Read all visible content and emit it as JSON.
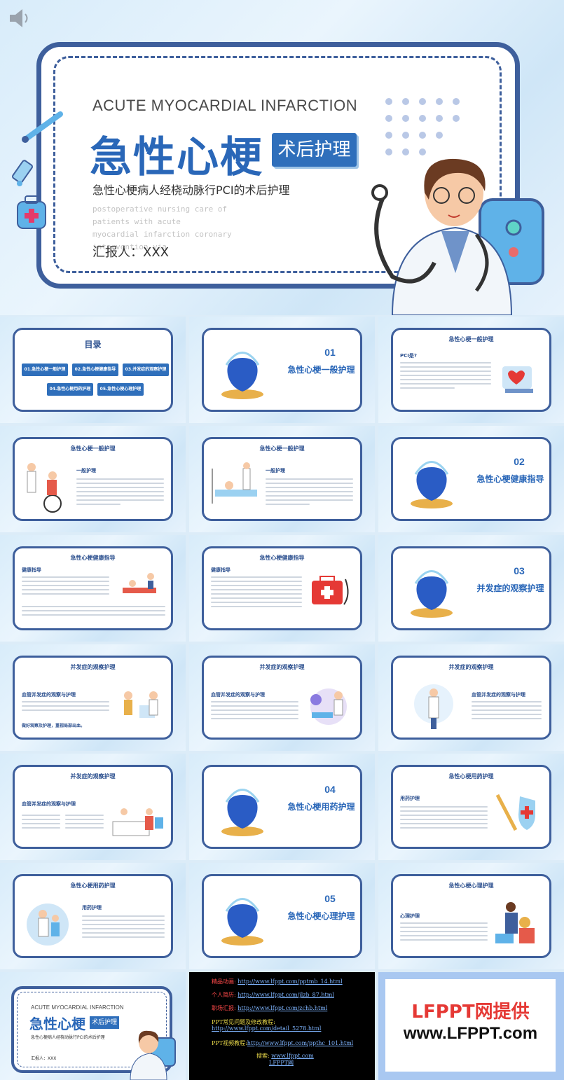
{
  "hero": {
    "title_en": "ACUTE MYOCARDIAL INFARCTION",
    "title_cn": "急性心梗",
    "tag": "术后护理",
    "subtitle": "急性心梗病人经桡动脉行PCI的术后护理",
    "subtitle_en_1": "postoperative nursing care of patients with acute",
    "subtitle_en_2": "myocardial infarction coronary intervention via",
    "reporter": "汇报人：XXX"
  },
  "toc": {
    "title": "目录",
    "items": [
      "01.急性心梗一般护理",
      "02.急性心梗健康指导",
      "03.并发症的观察护理",
      "04.急性心梗用药护理",
      "05.急性心梗心理护理"
    ]
  },
  "sections": {
    "s1": {
      "num": "01",
      "title": "急性心梗一般护理"
    },
    "s2": {
      "num": "02",
      "title": "急性心梗健康指导"
    },
    "s3": {
      "num": "03",
      "title": "并发症的观察护理"
    },
    "s4": {
      "num": "04",
      "title": "急性心梗用药护理"
    },
    "s5": {
      "num": "05",
      "title": "急性心梗心理护理"
    }
  },
  "slides": {
    "general_pci": {
      "header": "急性心梗一般护理",
      "sub": "PCI是?"
    },
    "general_a": {
      "header": "急性心梗一般护理",
      "sub": "一般护理"
    },
    "general_b": {
      "header": "急性心梗一般护理",
      "sub": "一般护理"
    },
    "health_a": {
      "header": "急性心梗健康指导",
      "sub": "健康指导"
    },
    "health_b": {
      "header": "急性心梗健康指导",
      "sub": "健康指导"
    },
    "comp_a": {
      "header": "并发症的观察护理",
      "sub": "血管并发症的观察与护理",
      "note": "做好观察及护理，重视局部出血。"
    },
    "comp_b": {
      "header": "并发症的观察护理",
      "sub": "血管并发症的观察与护理"
    },
    "comp_c": {
      "header": "并发症的观察护理",
      "sub": "血管并发症的观察与护理"
    },
    "comp_d": {
      "header": "并发症的观察护理",
      "sub": "血管并发症的观察与护理"
    },
    "med_a": {
      "header": "急性心梗用药护理",
      "sub": "用药护理"
    },
    "med_b": {
      "header": "急性心梗用药护理",
      "sub": "用药护理"
    },
    "psy": {
      "header": "急性心梗心理护理",
      "sub": "心理护理"
    }
  },
  "mini_cover": {
    "title_en": "ACUTE MYOCARDIAL INFARCTION",
    "title_cn": "急性心梗",
    "tag": "术后护理",
    "subtitle": "急性心梗病人经桡动脉行PCI的术后护理",
    "reporter": "汇报人：XXX"
  },
  "links": {
    "l1_label": "精品动画:",
    "l1_url": "http://www.lfppt.com/pptmb_14.html",
    "l2_label": "个人简历:",
    "l2_url": "http://www.lfppt.com/jlzb_87.html",
    "l3_label": "职场汇报:",
    "l3_url": "http://www.lfppt.com/zchb.html",
    "l4_label": "PPT常见问题及修改教程:",
    "l4_url": "http://www.lfppt.com/detail_5278.html",
    "l5_label": "PPT视频教程:",
    "l5_url": "http://www.lfppt.com/ppthc_101.html",
    "l6_label": "搜索:",
    "l6_url": "www.lfppt.com",
    "l6_sub": "LFPPT网"
  },
  "brand": {
    "line1": "LFPPT网提供",
    "line2": "www.LFPPT.com"
  },
  "colors": {
    "primary": "#2a67b8",
    "frame": "#3e5f9c",
    "accent_red": "#e53935"
  }
}
